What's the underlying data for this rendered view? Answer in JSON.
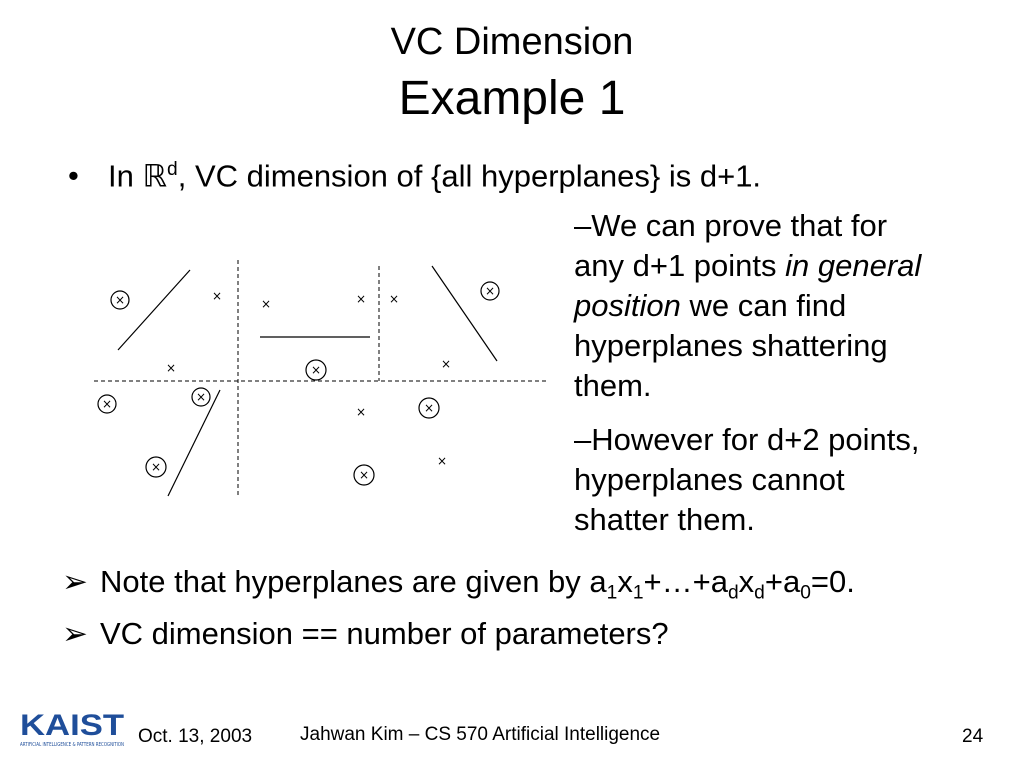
{
  "slide": {
    "title_line1": "VC Dimension",
    "title_line2": "Example 1",
    "bullet": {
      "prefix": "In ",
      "space_symbol": "ℝ",
      "sup": "d",
      "text": ", VC dimension of {all hyperplanes} is d+1."
    },
    "sub1": {
      "dash": "–",
      "text_a": "We can prove that for any d+1 points ",
      "italic": "in general position",
      "text_b": " we can find hyperplanes shattering them."
    },
    "sub2": {
      "dash": "–",
      "text": "However for d+2 points, hyperplanes cannot shatter them."
    },
    "note1": {
      "t1": "Note that hyperplanes are given by a",
      "s1": "1",
      "t2": "x",
      "s2": "1",
      "t3": "+…+a",
      "s3": "d",
      "t4": "x",
      "s4": "d",
      "t5": "+a",
      "s5": "0",
      "t6": "=0."
    },
    "note2": "VC dimension == number of parameters?",
    "figure": {
      "point_mark": "×"
    }
  },
  "footer": {
    "logo_text": "KAIST",
    "logo_tagline": "ARTIFICIAL INTELLIGENCE & PATTERN RECOGNITION",
    "date": "Oct. 13, 2003",
    "middle": "Jahwan Kim – CS 570 Artificial Intelligence",
    "page": "24"
  },
  "colors": {
    "logo_blue": "#1f4e9a"
  }
}
